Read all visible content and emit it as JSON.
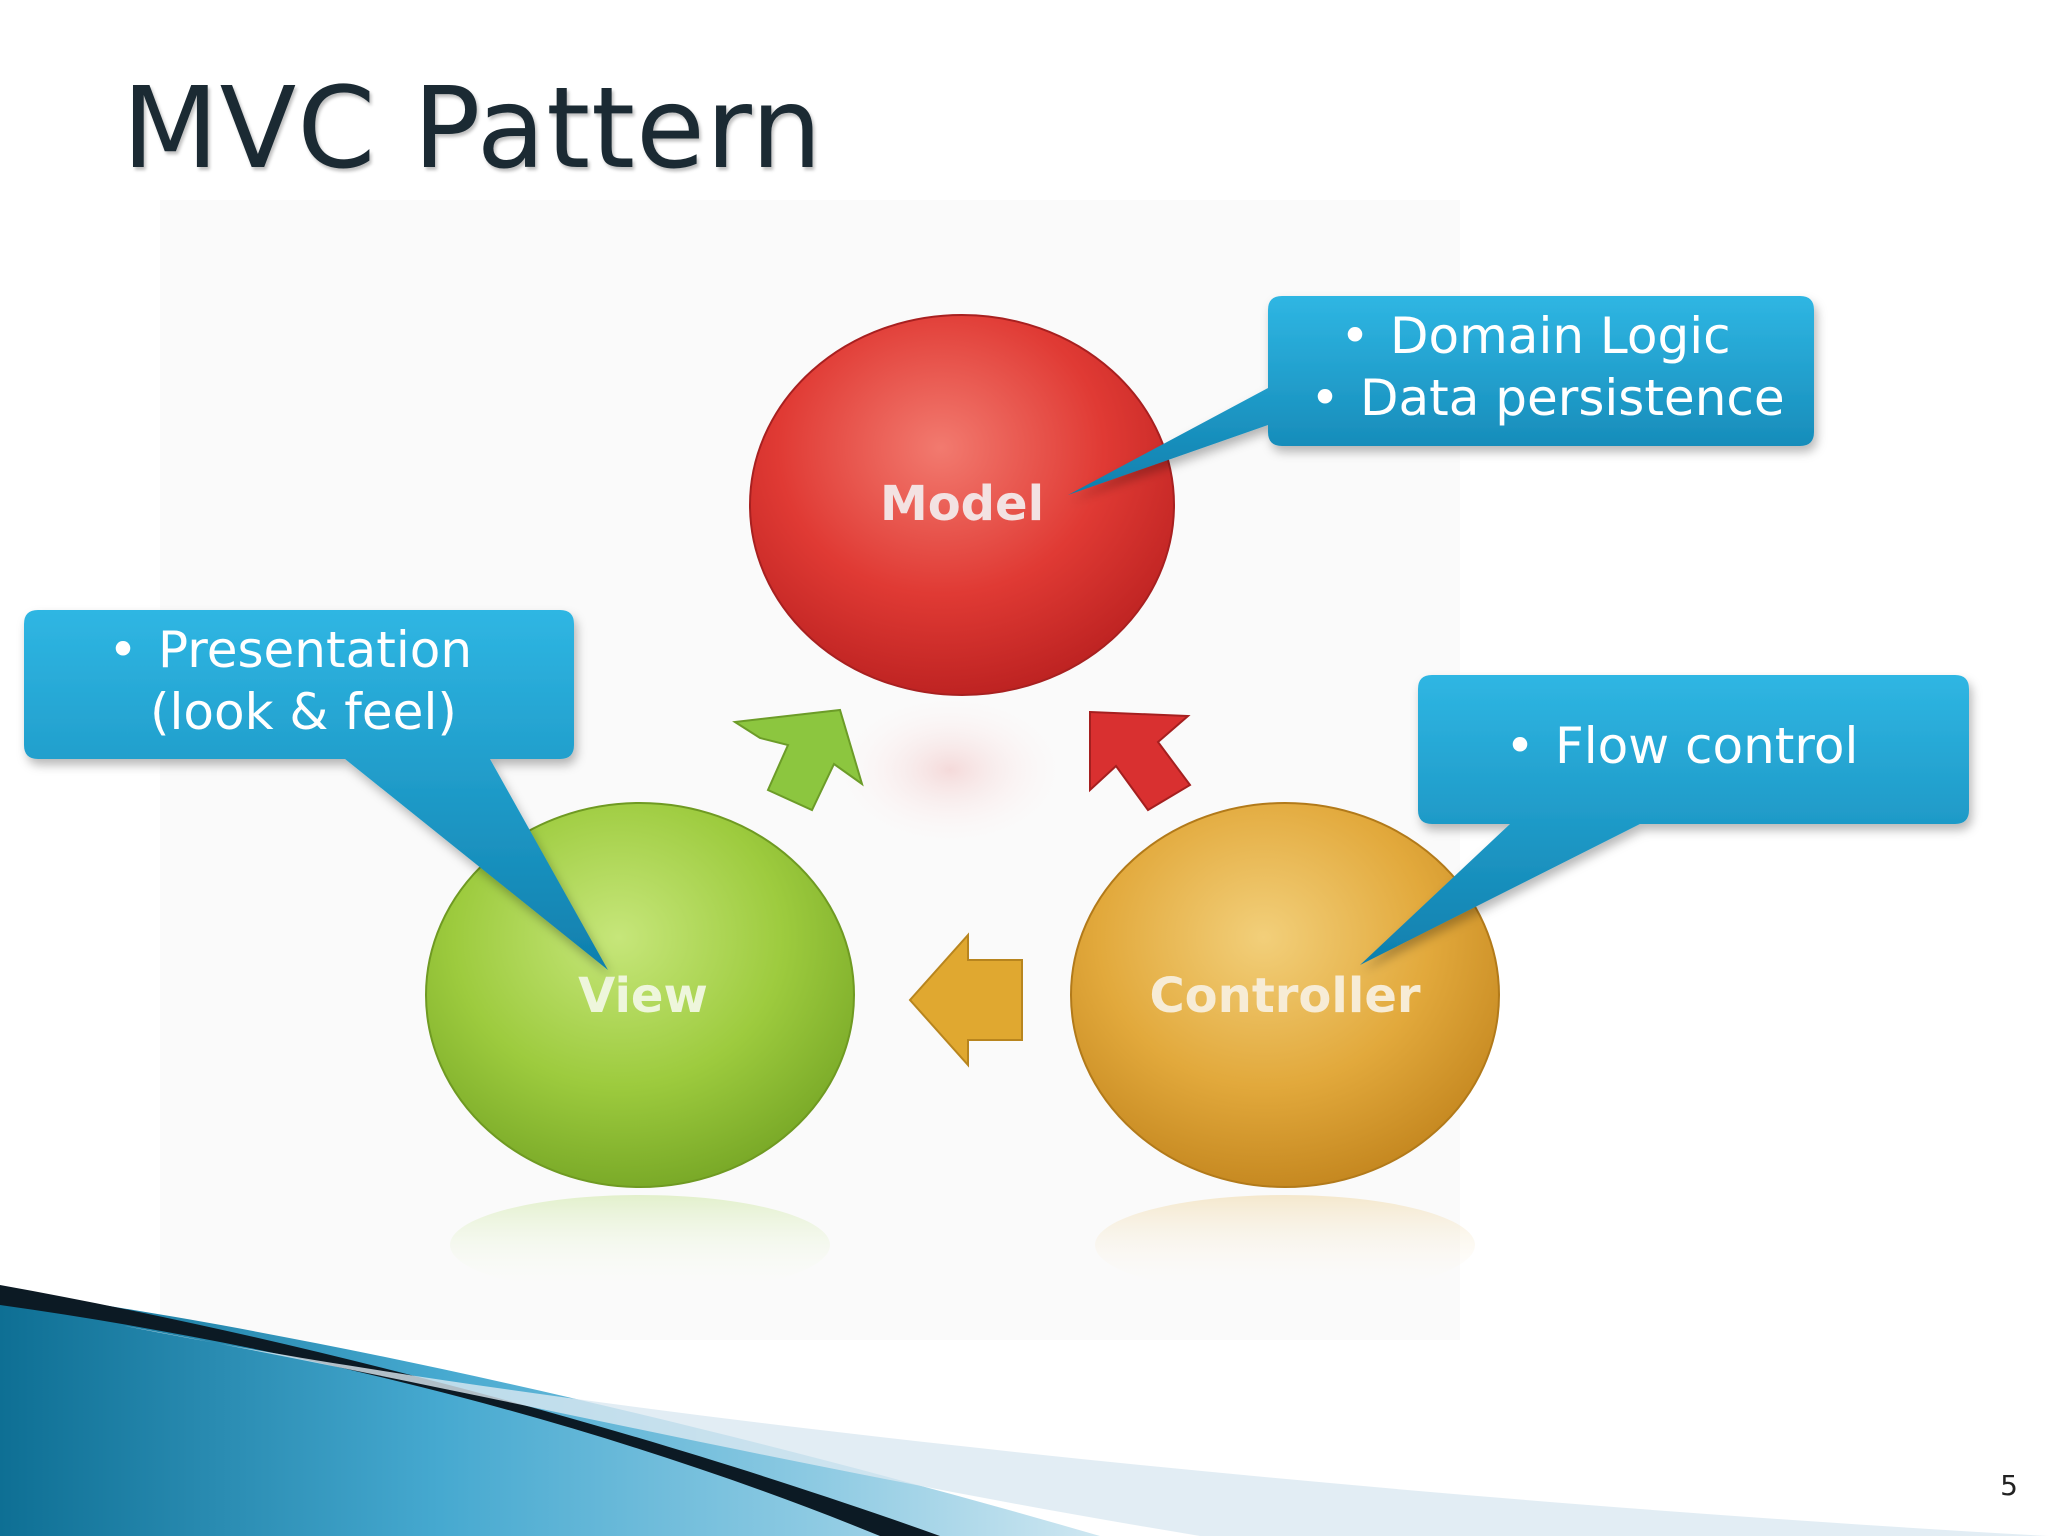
{
  "slide": {
    "title": "MVC Pattern",
    "page_number": "5"
  },
  "diagram": {
    "nodes": {
      "model": {
        "label": "Model",
        "color": "#e23a3a"
      },
      "view": {
        "label": "View",
        "color": "#9ccc3c"
      },
      "controller": {
        "label": "Controller",
        "color": "#e0a83a"
      }
    },
    "callouts": {
      "model": {
        "lines": [
          "Domain Logic",
          "Data persistence"
        ]
      },
      "view": {
        "lines": [
          "Presentation",
          "(look & feel)"
        ]
      },
      "controller": {
        "lines": [
          "Flow control"
        ]
      }
    },
    "bullet_glyph": "•"
  },
  "colors": {
    "callout_fill": "#1f9ccc",
    "arrow_green": "#8cc63f",
    "arrow_red": "#d93030",
    "arrow_gold": "#e0a830",
    "footer_blue": "#1a7fa8"
  }
}
